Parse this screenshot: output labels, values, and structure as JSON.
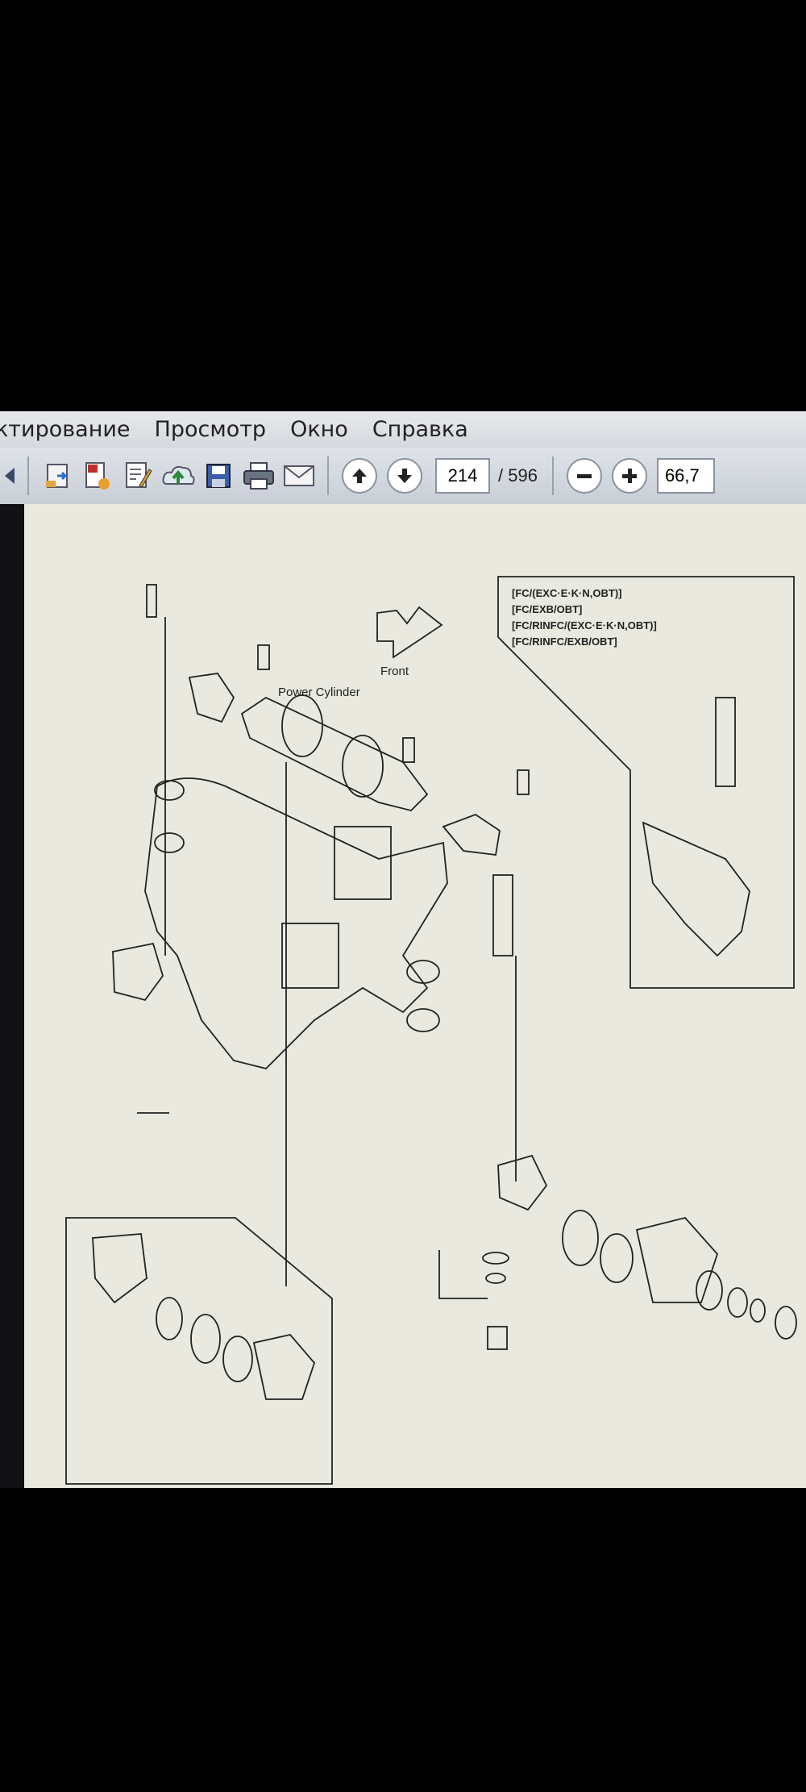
{
  "menubar": {
    "items": [
      "ктирование",
      "Просмотр",
      "Окно",
      "Справка"
    ]
  },
  "toolbar": {
    "icons": [
      "back-arrow-icon",
      "open-file-icon",
      "create-pdf-icon",
      "edit-icon",
      "upload-icon",
      "save-icon",
      "print-icon",
      "email-icon"
    ],
    "prev_page_icon": "arrow-up-icon",
    "next_page_icon": "arrow-down-icon",
    "current_page": "214",
    "total_pages": "/ 596",
    "zoom_out_icon": "minus-icon",
    "zoom_in_icon": "plus-icon",
    "zoom": "66,7"
  },
  "diagram": {
    "front_label": "Front",
    "power_cylinder_label": "Power Cylinder",
    "inset_labels": [
      "[FC/(EXC·E·K·N,OBT)]",
      "[FC/EXB/OBT]",
      "[FC/RINFC/(EXC·E·K·N,OBT)]",
      "[FC/RINFC/EXB/OBT]"
    ]
  }
}
